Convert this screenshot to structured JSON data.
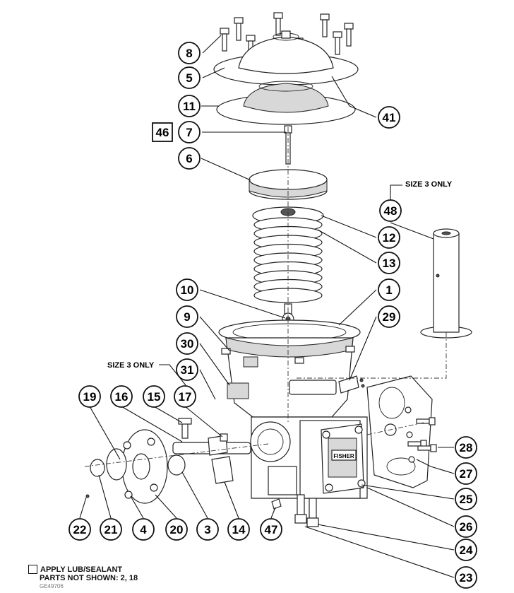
{
  "callouts": [
    {
      "id": "c8",
      "label": "8"
    },
    {
      "id": "c5",
      "label": "5"
    },
    {
      "id": "c11",
      "label": "11"
    },
    {
      "id": "c41",
      "label": "41"
    },
    {
      "id": "c7",
      "label": "7"
    },
    {
      "id": "c6",
      "label": "6"
    },
    {
      "id": "c48",
      "label": "48"
    },
    {
      "id": "c12",
      "label": "12"
    },
    {
      "id": "c13",
      "label": "13"
    },
    {
      "id": "c10",
      "label": "10"
    },
    {
      "id": "c1",
      "label": "1"
    },
    {
      "id": "c9",
      "label": "9"
    },
    {
      "id": "c29",
      "label": "29"
    },
    {
      "id": "c30",
      "label": "30"
    },
    {
      "id": "c31",
      "label": "31"
    },
    {
      "id": "c19",
      "label": "19"
    },
    {
      "id": "c16",
      "label": "16"
    },
    {
      "id": "c15",
      "label": "15"
    },
    {
      "id": "c17",
      "label": "17"
    },
    {
      "id": "c28",
      "label": "28"
    },
    {
      "id": "c27",
      "label": "27"
    },
    {
      "id": "c25",
      "label": "25"
    },
    {
      "id": "c26",
      "label": "26"
    },
    {
      "id": "c22",
      "label": "22"
    },
    {
      "id": "c21",
      "label": "21"
    },
    {
      "id": "c4",
      "label": "4"
    },
    {
      "id": "c20",
      "label": "20"
    },
    {
      "id": "c3",
      "label": "3"
    },
    {
      "id": "c14",
      "label": "14"
    },
    {
      "id": "c47",
      "label": "47"
    },
    {
      "id": "c24",
      "label": "24"
    },
    {
      "id": "c23",
      "label": "23"
    }
  ],
  "boxed_ref": {
    "label": "46"
  },
  "notes": {
    "size3_top": "SIZE 3 ONLY",
    "size3_left": "SIZE 3 ONLY"
  },
  "nameplate_text": "FISHER",
  "legend": {
    "apply_lub": "APPLY LUB/SEALANT",
    "parts_not_shown": "PARTS NOT SHOWN: 2, 18",
    "drawing_no": "GE49706"
  }
}
